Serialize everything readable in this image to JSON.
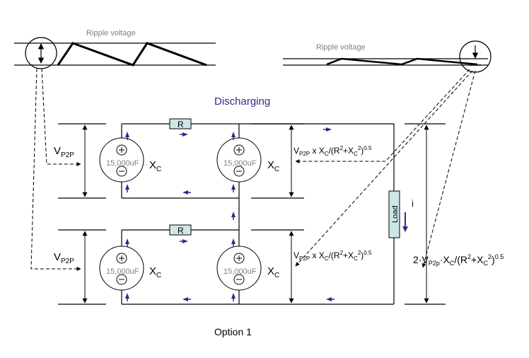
{
  "ripple_left_label": "Ripple voltage",
  "ripple_right_label": "Ripple voltage",
  "title": "Discharging",
  "caption": "Option 1",
  "resistor_label": "R",
  "cap_value": "15,000uF",
  "xc_main": "X",
  "xc_sub": "C",
  "vp2p_main": "V",
  "vp2p_sub": "P2P",
  "formula": {
    "v": "V",
    "v_sub": "P2P",
    "mid1": " x X",
    "c_sub": "C",
    "mid2": "/(R",
    "sup2a": "2",
    "mid3": "+X",
    "c_sub2": "C",
    "sup2b": "2",
    "mid4": ")",
    "exp": "0.5"
  },
  "total": {
    "pre": "2·V",
    "p2p_sub": "P2p",
    "mid1": "·X",
    "c_sub": "C",
    "mid2": "/(R",
    "sup2a": "2",
    "mid3": "+X",
    "c_sub2": "C",
    "sup2b": "2",
    "mid4": ")",
    "exp": "0.5"
  },
  "load_label": "Load",
  "current_label": "i",
  "colors": {
    "arrow": "#2b2b8c",
    "resistor_fill": "#cfe6e6",
    "load_fill": "#cfe6e6"
  }
}
